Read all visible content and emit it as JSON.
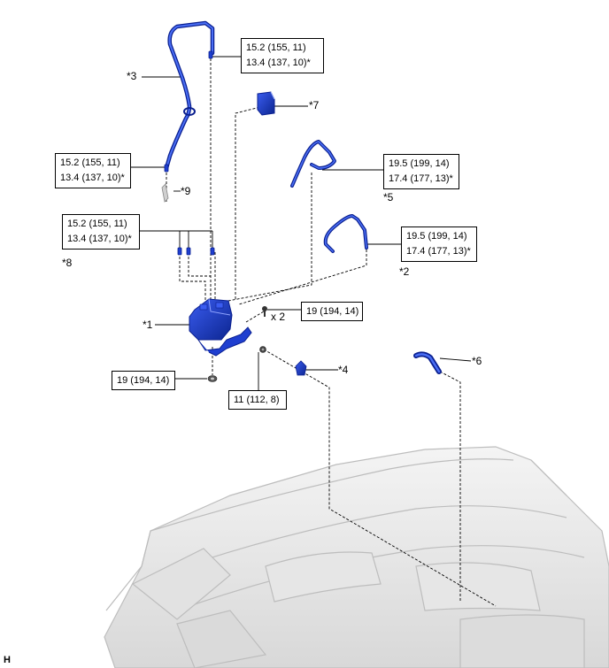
{
  "torques": {
    "t1": [
      "15.2 (155, 11)",
      "13.4 (137, 10)*"
    ],
    "t2": [
      "15.2 (155, 11)",
      "13.4 (137, 10)*"
    ],
    "t3": [
      "19.5 (199, 14)",
      "17.4 (177, 13)*"
    ],
    "t4": [
      "15.2 (155, 11)",
      "13.4 (137, 10)*"
    ],
    "t5": [
      "19.5 (199, 14)",
      "17.4 (177, 13)*"
    ],
    "t6": "19 (194, 14)",
    "t7": "19 (194, 14)",
    "t8": "11 (112, 8)"
  },
  "callouts": {
    "c1": "*1",
    "c2": "*2",
    "c3": "*3",
    "c4": "*4",
    "c5": "*5",
    "c6": "*6",
    "c7": "*7",
    "c8": "*8",
    "c9": "*9",
    "qty": "x 2"
  },
  "corner_code": "H",
  "colors": {
    "part_blue": "#1f3fd0",
    "part_dark": "#0a1f8f",
    "line": "#000000",
    "vehicle": "#c9c9c9"
  }
}
